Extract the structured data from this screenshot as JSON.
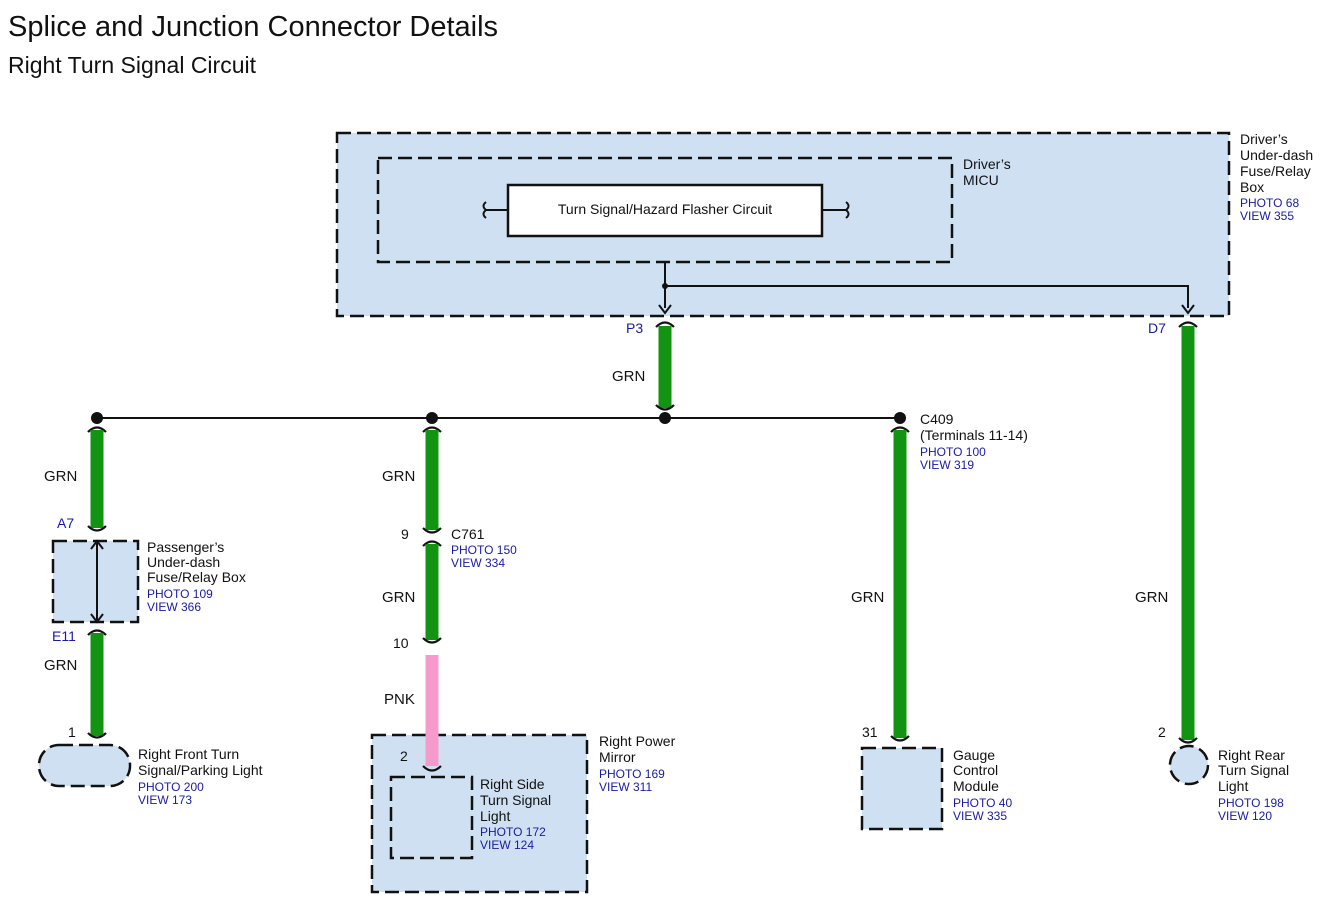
{
  "header": {
    "title": "Splice and Junction Connector Details",
    "subtitle": "Right Turn Signal Circuit"
  },
  "components": {
    "fuse_box": {
      "line1": "Driver’s",
      "line2": "Under-dash",
      "line3": "Fuse/Relay",
      "line4": "Box",
      "photo": "PHOTO 68",
      "view": "VIEW 355"
    },
    "micu": {
      "line1": "Driver’s",
      "line2": "MICU"
    },
    "flasher": {
      "label": "Turn Signal/Hazard Flasher Circuit"
    },
    "passenger_box": {
      "line1": "Passenger’s",
      "line2": "Under-dash",
      "line3": "Fuse/Relay Box",
      "photo": "PHOTO 109",
      "view": "VIEW 366"
    },
    "front_light": {
      "line1": "Right Front Turn",
      "line2": "Signal/Parking Light",
      "photo": "PHOTO 200",
      "view": "VIEW 173"
    },
    "mirror": {
      "line1": "Right Power",
      "line2": "Mirror",
      "photo": "PHOTO 169",
      "view": "VIEW 311"
    },
    "side_light": {
      "line1": "Right Side",
      "line2": "Turn Signal",
      "line3": "Light",
      "photo": "PHOTO 172",
      "view": "VIEW 124"
    },
    "gauge": {
      "line1": "Gauge",
      "line2": "Control",
      "line3": "Module",
      "photo": "PHOTO 40",
      "view": "VIEW 335"
    },
    "rear_light": {
      "line1": "Right Rear",
      "line2": "Turn Signal",
      "line3": "Light",
      "photo": "PHOTO 198",
      "view": "VIEW 120"
    }
  },
  "connectors": {
    "c409": {
      "line1": "C409",
      "line2": "(Terminals 11-14)",
      "photo": "PHOTO 100",
      "view": "VIEW 319"
    },
    "c761": {
      "name": "C761",
      "photo": "PHOTO 150",
      "view": "VIEW 334"
    }
  },
  "pins": {
    "p3": "P3",
    "d7": "D7",
    "a7": "A7",
    "e11": "E11",
    "front_1": "1",
    "c761_9": "9",
    "c761_10": "10",
    "side_2": "2",
    "gauge_31": "31",
    "rear_2": "2"
  },
  "wires": {
    "main": "GRN",
    "front_upper": "GRN",
    "front_lower": "GRN",
    "mirror_upper": "GRN",
    "mirror_mid": "GRN",
    "mirror_pink": "PNK",
    "gauge": "GRN",
    "rear": "GRN"
  },
  "colors": {
    "green_wire": "#129412",
    "pink_wire": "#f59acb",
    "box_fill": "#cfe0f3",
    "ref_text": "#1a1aa8"
  }
}
